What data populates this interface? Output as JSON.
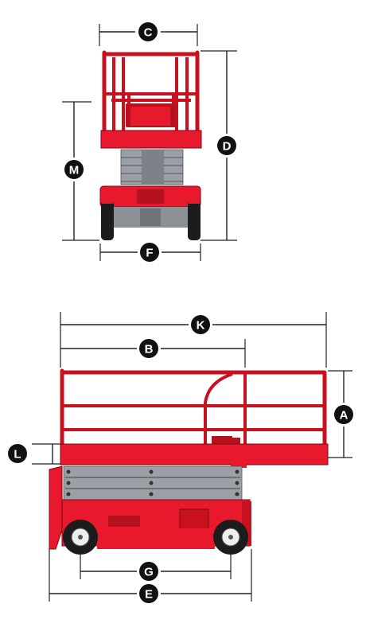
{
  "colors": {
    "machine_red": "#e8192c",
    "machine_dark": "#b5121f",
    "scissor_grey": "#9aa0a6",
    "badge": "#111111"
  },
  "front_view": {
    "labels": {
      "C": "C",
      "D": "D",
      "M": "M",
      "F": "F"
    }
  },
  "side_view": {
    "labels": {
      "K": "K",
      "B": "B",
      "A": "A",
      "L": "L",
      "G": "G",
      "E": "E"
    }
  }
}
